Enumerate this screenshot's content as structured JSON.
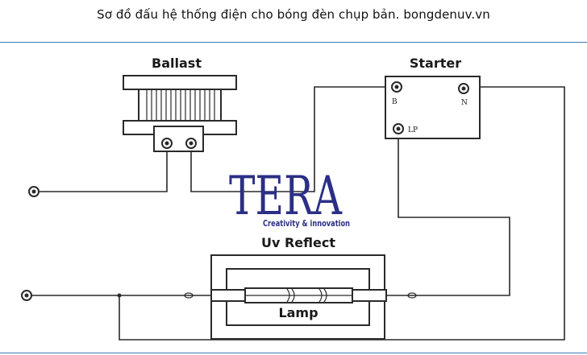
{
  "header": {
    "title": "Sơ đồ đấu hệ thống điện cho bóng đèn chụp bản. bongdenuv.vn"
  },
  "diagram": {
    "ballast_label": "Ballast",
    "starter_label": "Starter",
    "starter_pins": {
      "b": "B",
      "n": "N",
      "lp": "LP"
    },
    "reflector_label": "Uv Reflect",
    "lamp_label": "Lamp"
  },
  "logo": {
    "brand": "TERA",
    "tagline": "Creativity & innovation",
    "color": "#2b2f85"
  }
}
